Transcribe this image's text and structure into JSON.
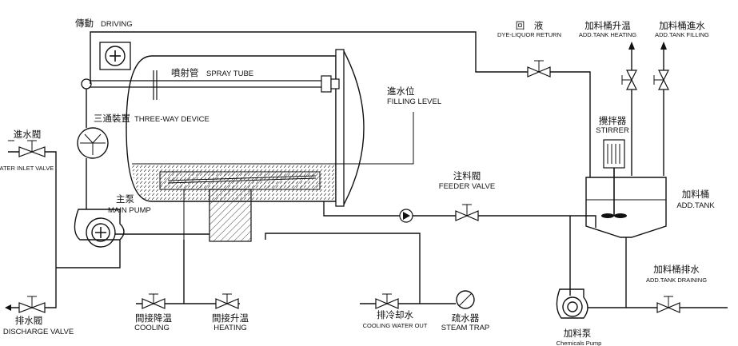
{
  "labels": {
    "driving": {
      "zh": "傳動",
      "en": "DRIVING"
    },
    "dye_return": {
      "zh": "回　液",
      "en": "DYE-LIQUOR RETURN"
    },
    "add_heating": {
      "zh": "加料桶升温",
      "en": "ADD.TANK HEATING"
    },
    "add_filling": {
      "zh": "加料桶進水",
      "en": "ADD.TANK FILLING"
    },
    "spray_tube": {
      "zh": "噴射管",
      "en": "SPRAY TUBE"
    },
    "filling_level": {
      "zh": "進水位",
      "en": "FILLING LEVEL"
    },
    "three_way": {
      "zh": "三通裝置",
      "en": "THREE-WAY DEVICE"
    },
    "stirrer": {
      "zh": "攪拌器",
      "en": "STIRRER"
    },
    "water_inlet": {
      "zh": "進水閥",
      "en": "WATER INLET VALVE"
    },
    "feeder_valve": {
      "zh": "注料閥",
      "en": "FEEDER VALVE"
    },
    "add_tank": {
      "zh": "加料桶",
      "en": "ADD.TANK"
    },
    "main_pump": {
      "zh": "主泵",
      "en": "MAIN PUMP"
    },
    "add_draining": {
      "zh": "加料桶排水",
      "en": "ADD.TANK DRAINING"
    },
    "discharge": {
      "zh": "排水閥",
      "en": "DISCHARGE VALVE"
    },
    "ind_cooling": {
      "zh": "間接降温",
      "en": "COOLING"
    },
    "ind_heating": {
      "zh": "間接升温",
      "en": "HEATING"
    },
    "cooling_out": {
      "zh": "排冷却水",
      "en": "COOLING WATER OUT"
    },
    "steam_trap": {
      "zh": "疏水器",
      "en": "STEAM TRAP"
    },
    "chem_pump": {
      "zh": "加料泵",
      "en": "Chemicals Pump"
    }
  }
}
